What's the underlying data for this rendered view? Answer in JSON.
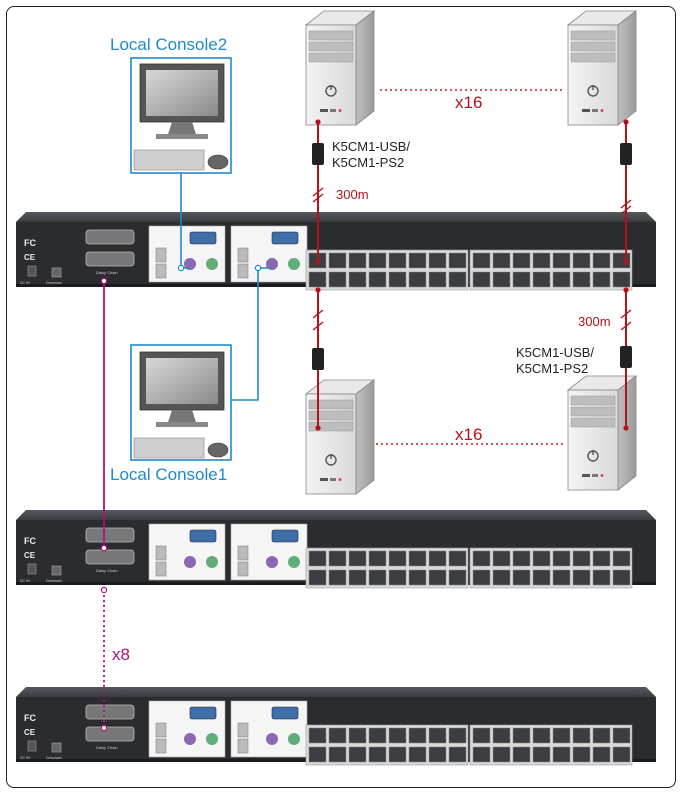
{
  "labels": {
    "console2": "Local Console2",
    "console1": "Local Console1",
    "multiplier_top": "x16",
    "multiplier_mid": "x16",
    "cascade": "x8",
    "distance_left": "300m",
    "distance_right": "300m",
    "adapter_left_line1": "K5CM1-USB/",
    "adapter_left_line2": "K5CM1-PS2",
    "adapter_right_line1": "K5CM1-USB/",
    "adapter_right_line2": "K5CM1-PS2"
  },
  "colors": {
    "console_line": "#1e8ac8",
    "server_cable": "#b5121b",
    "daisy_chain": "#b0127a",
    "switch_body": "#2a2c30"
  },
  "icons": [
    "monitor-icon",
    "keyboard-icon",
    "mouse-icon",
    "server-tower-icon",
    "kvm-switch-icon",
    "adapter-icon"
  ]
}
